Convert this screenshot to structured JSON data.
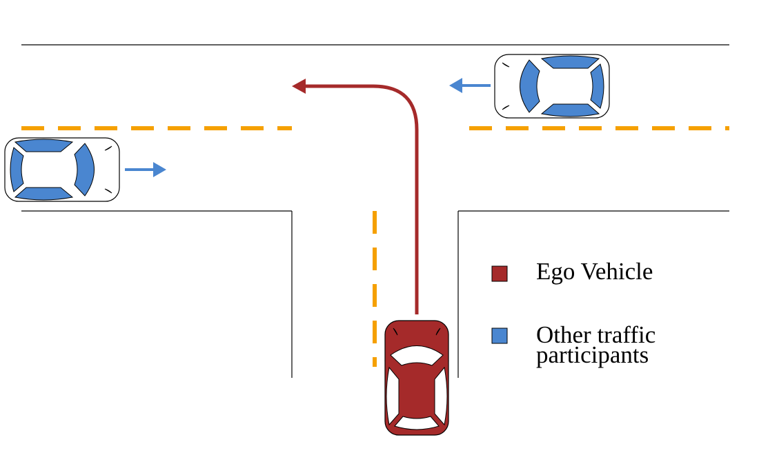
{
  "colors": {
    "ego": "#a52a2a",
    "other": "#4a86d0",
    "lane_marking": "#f5a000",
    "road_edge": "#000000",
    "car_outline": "#000000",
    "car_body_other": "#ffffff",
    "ego_path": "#a52a2a",
    "other_arrow": "#4a86d0"
  },
  "scene": {
    "type": "t-junction",
    "ego_maneuver": "left-turn",
    "vehicles": [
      {
        "name": "ego-vehicle",
        "role": "ego",
        "heading": "up"
      },
      {
        "name": "other-vehicle-left",
        "role": "other",
        "heading": "right"
      },
      {
        "name": "other-vehicle-right",
        "role": "other",
        "heading": "left"
      }
    ]
  },
  "legend": {
    "ego_label": "Ego Vehicle",
    "other_label_line1": "Other traffic",
    "other_label_line2": "participants"
  }
}
